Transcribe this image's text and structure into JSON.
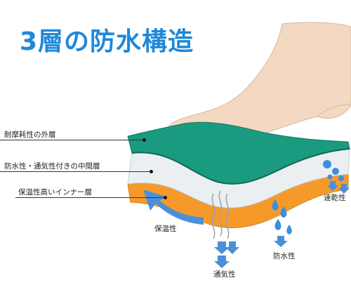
{
  "title": "3層の防水構造",
  "layers": [
    {
      "label": "耐摩耗性の外層",
      "color": "#1a9a7e"
    },
    {
      "label": "防水性・通気性付きの中間層",
      "color": "#e9ecef"
    },
    {
      "label": "保温性高いインナー層",
      "color": "#f59a2a"
    }
  ],
  "features": {
    "warmth": "保温性",
    "breathability": "通気性",
    "waterproof": "防水性",
    "quick_dry": "速乾性"
  },
  "colors": {
    "title": "#1e88d9",
    "outer_layer": "#1a9a7e",
    "middle_layer": "#e9ecef",
    "inner_layer": "#f59a2a",
    "arrow": "#4a90d9",
    "skin": "#f3d8c2"
  }
}
